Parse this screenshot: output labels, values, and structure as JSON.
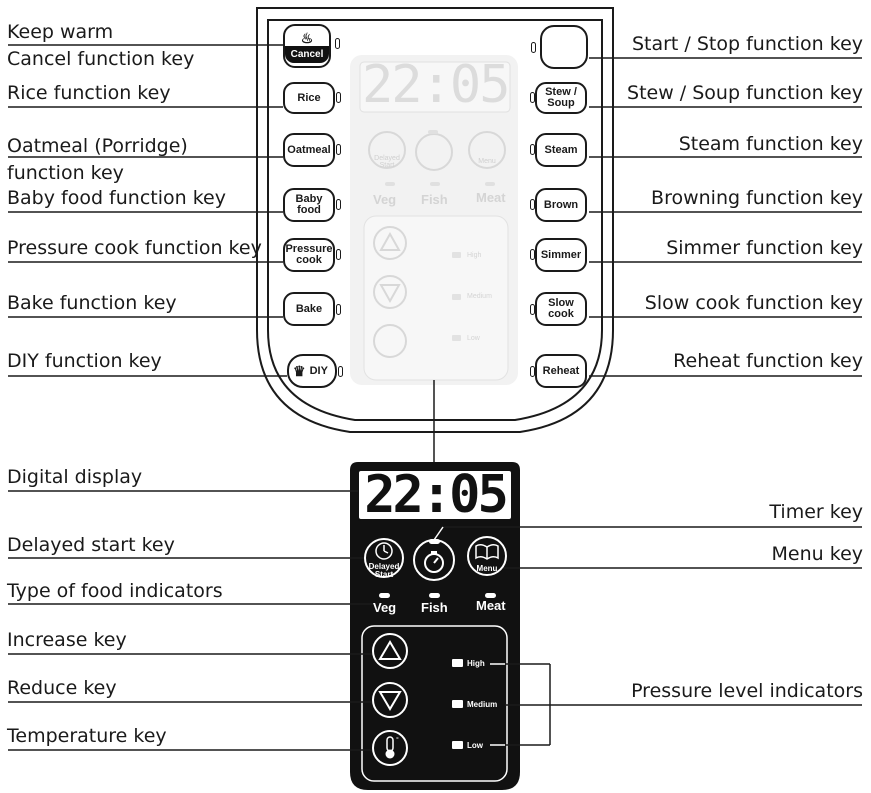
{
  "callouts": {
    "keep_warm": "Keep warm",
    "cancel": "Cancel function key",
    "rice": "Rice function key",
    "oatmeal": "Oatmeal (Porridge)\nfunction key",
    "baby_food": "Baby food function key",
    "pressure_cook": "Pressure cook function key",
    "bake": "Bake function key",
    "diy": "DIY function key",
    "start_stop": "Start / Stop function key",
    "stew_soup": "Stew / Soup function key",
    "steam": "Steam function key",
    "browning": "Browning function key",
    "simmer": "Simmer function key",
    "slow_cook": "Slow cook function key",
    "reheat": "Reheat function key",
    "digital_display": "Digital display",
    "delayed_start_key": "Delayed start key",
    "timer_key": "Timer key",
    "menu_key": "Menu key",
    "type_of_food": "Type of food indicators",
    "increase": "Increase key",
    "reduce": "Reduce key",
    "temperature": "Temperature key",
    "pressure_levels": "Pressure level indicators"
  },
  "keys": {
    "cancel": "Cancel",
    "rice": "Rice",
    "oatmeal": "Oatmeal",
    "baby_food": "Baby\nfood",
    "pressure_cook": "Pressure\ncook",
    "bake": "Bake",
    "diy": "DIY",
    "stew_soup": "Stew /\nSoup",
    "steam": "Steam",
    "brown": "Brown",
    "simmer": "Simmer",
    "slow_cook": "Slow\ncook",
    "reheat": "Reheat"
  },
  "display": {
    "time": "22:05"
  },
  "panel": {
    "delayed_start": "Delayed\nStart",
    "menu": "Menu",
    "veg": "Veg",
    "fish": "Fish",
    "meat": "Meat",
    "high": "High",
    "medium": "Medium",
    "low": "Low"
  },
  "icons": [
    "steam-icon",
    "power-icon",
    "chef-hat-icon",
    "stopwatch-icon",
    "clock-icon",
    "book-icon",
    "up-arrow-icon",
    "down-arrow-icon",
    "thermometer-icon"
  ]
}
